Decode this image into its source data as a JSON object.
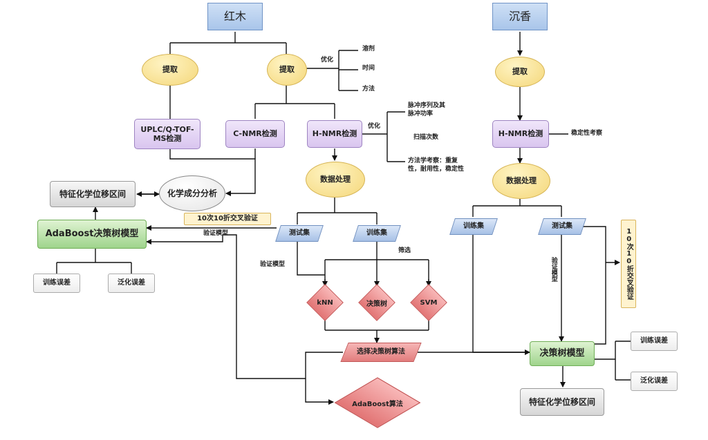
{
  "left": {
    "title": "红木",
    "extract1": "提取",
    "extract2": "提取",
    "uplc": "UPLC/Q-TOF-MS检测",
    "cnmr": "C-NMR检测",
    "hnmr": "H-NMR检测",
    "data_proc": "数据处理",
    "chem_analysis": "化学成分分析",
    "feature_region": "特征化学位移区间",
    "adaboost_model": "AdaBoost决策树模型",
    "train_err": "训练误差",
    "gen_err": "泛化误差",
    "test_set": "测试集",
    "train_set": "训练集",
    "knn": "kNN",
    "dtree": "决策树",
    "svm": "SVM",
    "select_algo": "选择决策树算法",
    "adaboost_algo": "AdaBoost算法"
  },
  "right": {
    "title": "沉香",
    "extract": "提取",
    "hnmr": "H-NMR检测",
    "data_proc": "数据处理",
    "train_set": "训练集",
    "test_set": "测试集",
    "cv10": "10次10折交叉验证",
    "verify_model": "验证模型",
    "dtree_model": "决策树模型",
    "train_err": "训练误差",
    "gen_err": "泛化误差",
    "feature_region": "特征化学位移区间",
    "stability": "稳定性考察"
  },
  "labels": {
    "optimize1": "优化",
    "solvent": "溶剂",
    "time": "时间",
    "method": "方法",
    "optimize2": "优化",
    "pulse": "脉冲序列及其\n脉冲功率",
    "scans": "扫描次数",
    "methodology": "方法学考察：重复\n性，耐用性，稳定性",
    "cv10": "10次10折交叉验证",
    "verify_model_a": "验证模型",
    "verify_model_b": "验证模型",
    "screen": "筛选"
  }
}
